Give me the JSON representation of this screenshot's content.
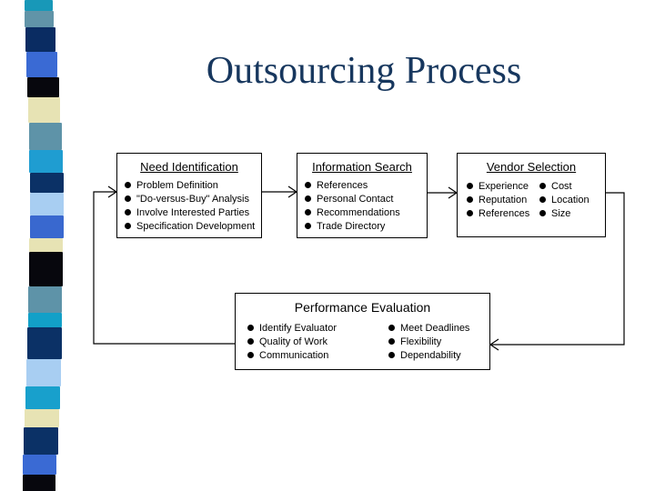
{
  "slide": {
    "title": "Outsourcing Process",
    "title_color": "#17375E"
  },
  "diagram": {
    "boxes": [
      {
        "header": "Need Identification",
        "items": [
          "Problem Definition",
          "\"Do-versus-Buy\" Analysis",
          "Involve Interested Parties",
          "Specification Development"
        ]
      },
      {
        "header": "Information Search",
        "items": [
          "References",
          "Personal Contact",
          "Recommendations",
          "Trade Directory"
        ]
      },
      {
        "header": "Vendor Selection",
        "columns": [
          [
            "Experience",
            "Reputation",
            "References"
          ],
          [
            "Cost",
            "Location",
            "Size"
          ]
        ]
      },
      {
        "header": "Performance Evaluation",
        "columns": [
          [
            "Identify Evaluator",
            "Quality of Work",
            "Communication"
          ],
          [
            "Meet Deadlines",
            "Flexibility",
            "Dependability"
          ]
        ]
      }
    ],
    "line_color": "#000000",
    "box_background": "#ffffff"
  },
  "stripe": {
    "segments": [
      {
        "color": "#1898b8",
        "h": 12,
        "o": 3,
        "w": 31
      },
      {
        "color": "#6194a8",
        "h": 18,
        "o": 3,
        "w": 32
      },
      {
        "color": "#0a2c62",
        "h": 27,
        "o": 4,
        "w": 33
      },
      {
        "color": "#3a6ad4",
        "h": 28,
        "o": 5,
        "w": 34
      },
      {
        "color": "#07070d",
        "h": 22,
        "o": 6,
        "w": 35
      },
      {
        "color": "#e7e3b4",
        "h": 28,
        "o": 7,
        "w": 35
      },
      {
        "color": "#5e93a8",
        "h": 30,
        "o": 8,
        "w": 36
      },
      {
        "color": "#1f9dd1",
        "h": 25,
        "o": 8,
        "w": 37
      },
      {
        "color": "#0b3166",
        "h": 22,
        "o": 9,
        "w": 37
      },
      {
        "color": "#a8cef2",
        "h": 25,
        "o": 9,
        "w": 37
      },
      {
        "color": "#3968cf",
        "h": 25,
        "o": 9,
        "w": 37
      },
      {
        "color": "#e7e3b4",
        "h": 15,
        "o": 8,
        "w": 37
      },
      {
        "color": "#07070d",
        "h": 38,
        "o": 8,
        "w": 37
      },
      {
        "color": "#5e93a8",
        "h": 29,
        "o": 7,
        "w": 37
      },
      {
        "color": "#12a0c8",
        "h": 16,
        "o": 7,
        "w": 37
      },
      {
        "color": "#0b3166",
        "h": 35,
        "o": 6,
        "w": 38
      },
      {
        "color": "#a8cef2",
        "h": 30,
        "o": 5,
        "w": 38
      },
      {
        "color": "#18a0cc",
        "h": 25,
        "o": 4,
        "w": 38
      },
      {
        "color": "#e7e3b4",
        "h": 20,
        "o": 3,
        "w": 38
      },
      {
        "color": "#0b3166",
        "h": 30,
        "o": 2,
        "w": 38
      },
      {
        "color": "#3a6ad4",
        "h": 22,
        "o": 1,
        "w": 37
      },
      {
        "color": "#07070d",
        "h": 20,
        "o": 1,
        "w": 36
      }
    ]
  }
}
